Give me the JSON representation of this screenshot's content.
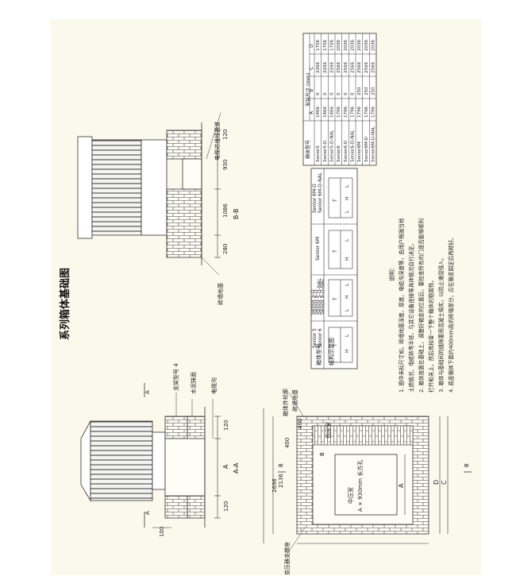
{
  "page": {
    "title": "系列箱体基础图"
  },
  "view_aa": {
    "title": "A-A",
    "label_support": "支架型号 4",
    "label_waterproof": "水泥抹面",
    "label_cable_in": "电缆沟",
    "dim_120_top": "120",
    "dim_120_bottom": "120",
    "dim_A": "A",
    "dim_100": "100",
    "letter_A": "A"
  },
  "view_bb": {
    "title": "B-B",
    "label_cable_channel": "电缆进出线通道",
    "label_floor": "砖墙地基",
    "dim_120": "120",
    "dim_930": "930",
    "dim_1086": "1086",
    "dim_280": "280"
  },
  "plan": {
    "label_outline": "箱体外轮廓",
    "label_floor": "砖墙地基",
    "label_transformer_support": "变压器支撑座",
    "label_room_low": "低压室",
    "label_room_mid": "中压室",
    "label_room_mid2": "A × 930mm 长方孔",
    "dim_400_a": "400",
    "dim_400_b": "400",
    "dim_2136": "2136",
    "dim_2696": "2696",
    "dim_A": "A",
    "dim_B": "B",
    "dim_C": "C",
    "dim_D": "D",
    "section_b": "B"
  },
  "type_table": {
    "header": [
      "箱体型号",
      "结构示意图"
    ],
    "columns": [
      {
        "models": [
          "Senior 5",
          "Senior 6"
        ]
      },
      {
        "models": [
          "Senior 5-D",
          "Senior 6-D",
          "Senior 5-D-NAL",
          "Senior 6-D-NAL"
        ]
      },
      {
        "models": [
          "Senior 6M"
        ]
      },
      {
        "models": [
          "Senior 6M-D",
          "Senior 6M-D-NAL"
        ]
      }
    ],
    "cells": [
      "T",
      "H",
      "L",
      "T",
      "L",
      "H",
      "L",
      "T",
      "H",
      "L",
      "T",
      "L",
      "H",
      "L"
    ]
  },
  "dim_table": {
    "col_model": "箱体型号",
    "col_group": "安装尺寸 (mm)",
    "cols": [
      "A",
      "B",
      "C",
      "D"
    ],
    "rows": [
      [
        "Senior5",
        "1466",
        "0",
        "2266",
        "1706"
      ],
      [
        "Senior5-D",
        "1466",
        "0",
        "2266",
        "1706"
      ],
      [
        "Senior5-D-NAL",
        "1466",
        "0",
        "2266",
        "1706"
      ],
      [
        "Senior6",
        "1796",
        "0",
        "2566",
        "2036"
      ],
      [
        "Senior6-D",
        "1796",
        "0",
        "2566",
        "2036"
      ],
      [
        "Senior6-D-NAL",
        "1796",
        "0",
        "2566",
        "2036"
      ],
      [
        "Senior6M",
        "1796",
        "250",
        "2566",
        "2036"
      ],
      [
        "Senior6M-D",
        "1796",
        "250",
        "2566",
        "2036"
      ],
      [
        "Senior6M-D-NAL",
        "1796",
        "250",
        "2566",
        "2036"
      ]
    ]
  },
  "notes": {
    "heading": "说明：",
    "lines": [
      "1. 图中未标尺寸如，砖墙地基深度、厚度、电缆沟深度等，由用户根据当地",
      "土质情况、电缆转弯半径、与其它设备连接等具体情况自行决定。",
      "2. 箱体放置在基础上，调整好箱变的位置后，要检查所有的门是否能够顺利",
      "打开和关上，然后再检查一下整个箱体的稳固性。",
      "3. 箱体与基础间的缝隙要用混凝土填实，以防止潮湿侵入。",
      "4. 底座箱体下面约400mm高的砖墙部分，应在箱变固定后再砌好。"
    ]
  }
}
